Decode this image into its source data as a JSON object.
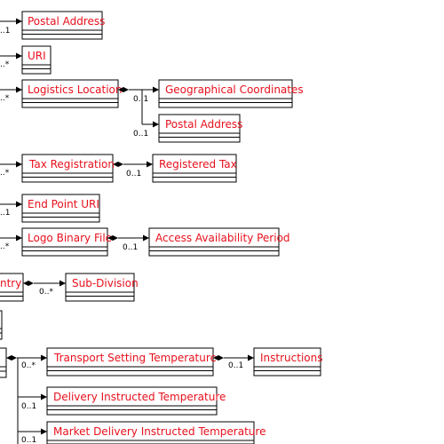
{
  "colors": {
    "class_name_text": "#e8101c",
    "lines": "#000000",
    "background": "#ffffff"
  },
  "classes": {
    "postal_address_top": "Postal Address",
    "uri": "URI",
    "logistics_location": "Logistics Location",
    "geographical_coordinates": "Geographical Coordinates",
    "postal_address_nested": "Postal Address",
    "tax_registration": "Tax Registration",
    "registered_tax": "Registered Tax",
    "end_point_uri": "End Point URI",
    "logo_binary_file": "Logo Binary File",
    "access_availability_period": "Access Availability Period",
    "country_partial": "ntry",
    "sub_division": "Sub-Division",
    "transport_setting_temperature": "Transport Setting Temperature",
    "instructions": "Instructions",
    "delivery_instructed_temperature": "Delivery Instructed Temperature",
    "market_delivery_instructed_temperature": "Market Delivery Instructed Temperature"
  },
  "multiplicities": {
    "postal_address_top": "..1",
    "uri": "..*",
    "logistics_location": "..*",
    "geographical_coordinates": "0..1",
    "postal_address_nested": "0..1",
    "tax_registration": "..*",
    "registered_tax": "0..1",
    "end_point_uri": "..1",
    "logo_binary_file": "..*",
    "access_availability_period": "0..1",
    "sub_division": "0..*",
    "transport_setting_temperature": "0..*",
    "instructions": "0..1",
    "delivery_instructed_temperature": "0..1",
    "market_delivery_instructed_temperature": "0..1"
  }
}
